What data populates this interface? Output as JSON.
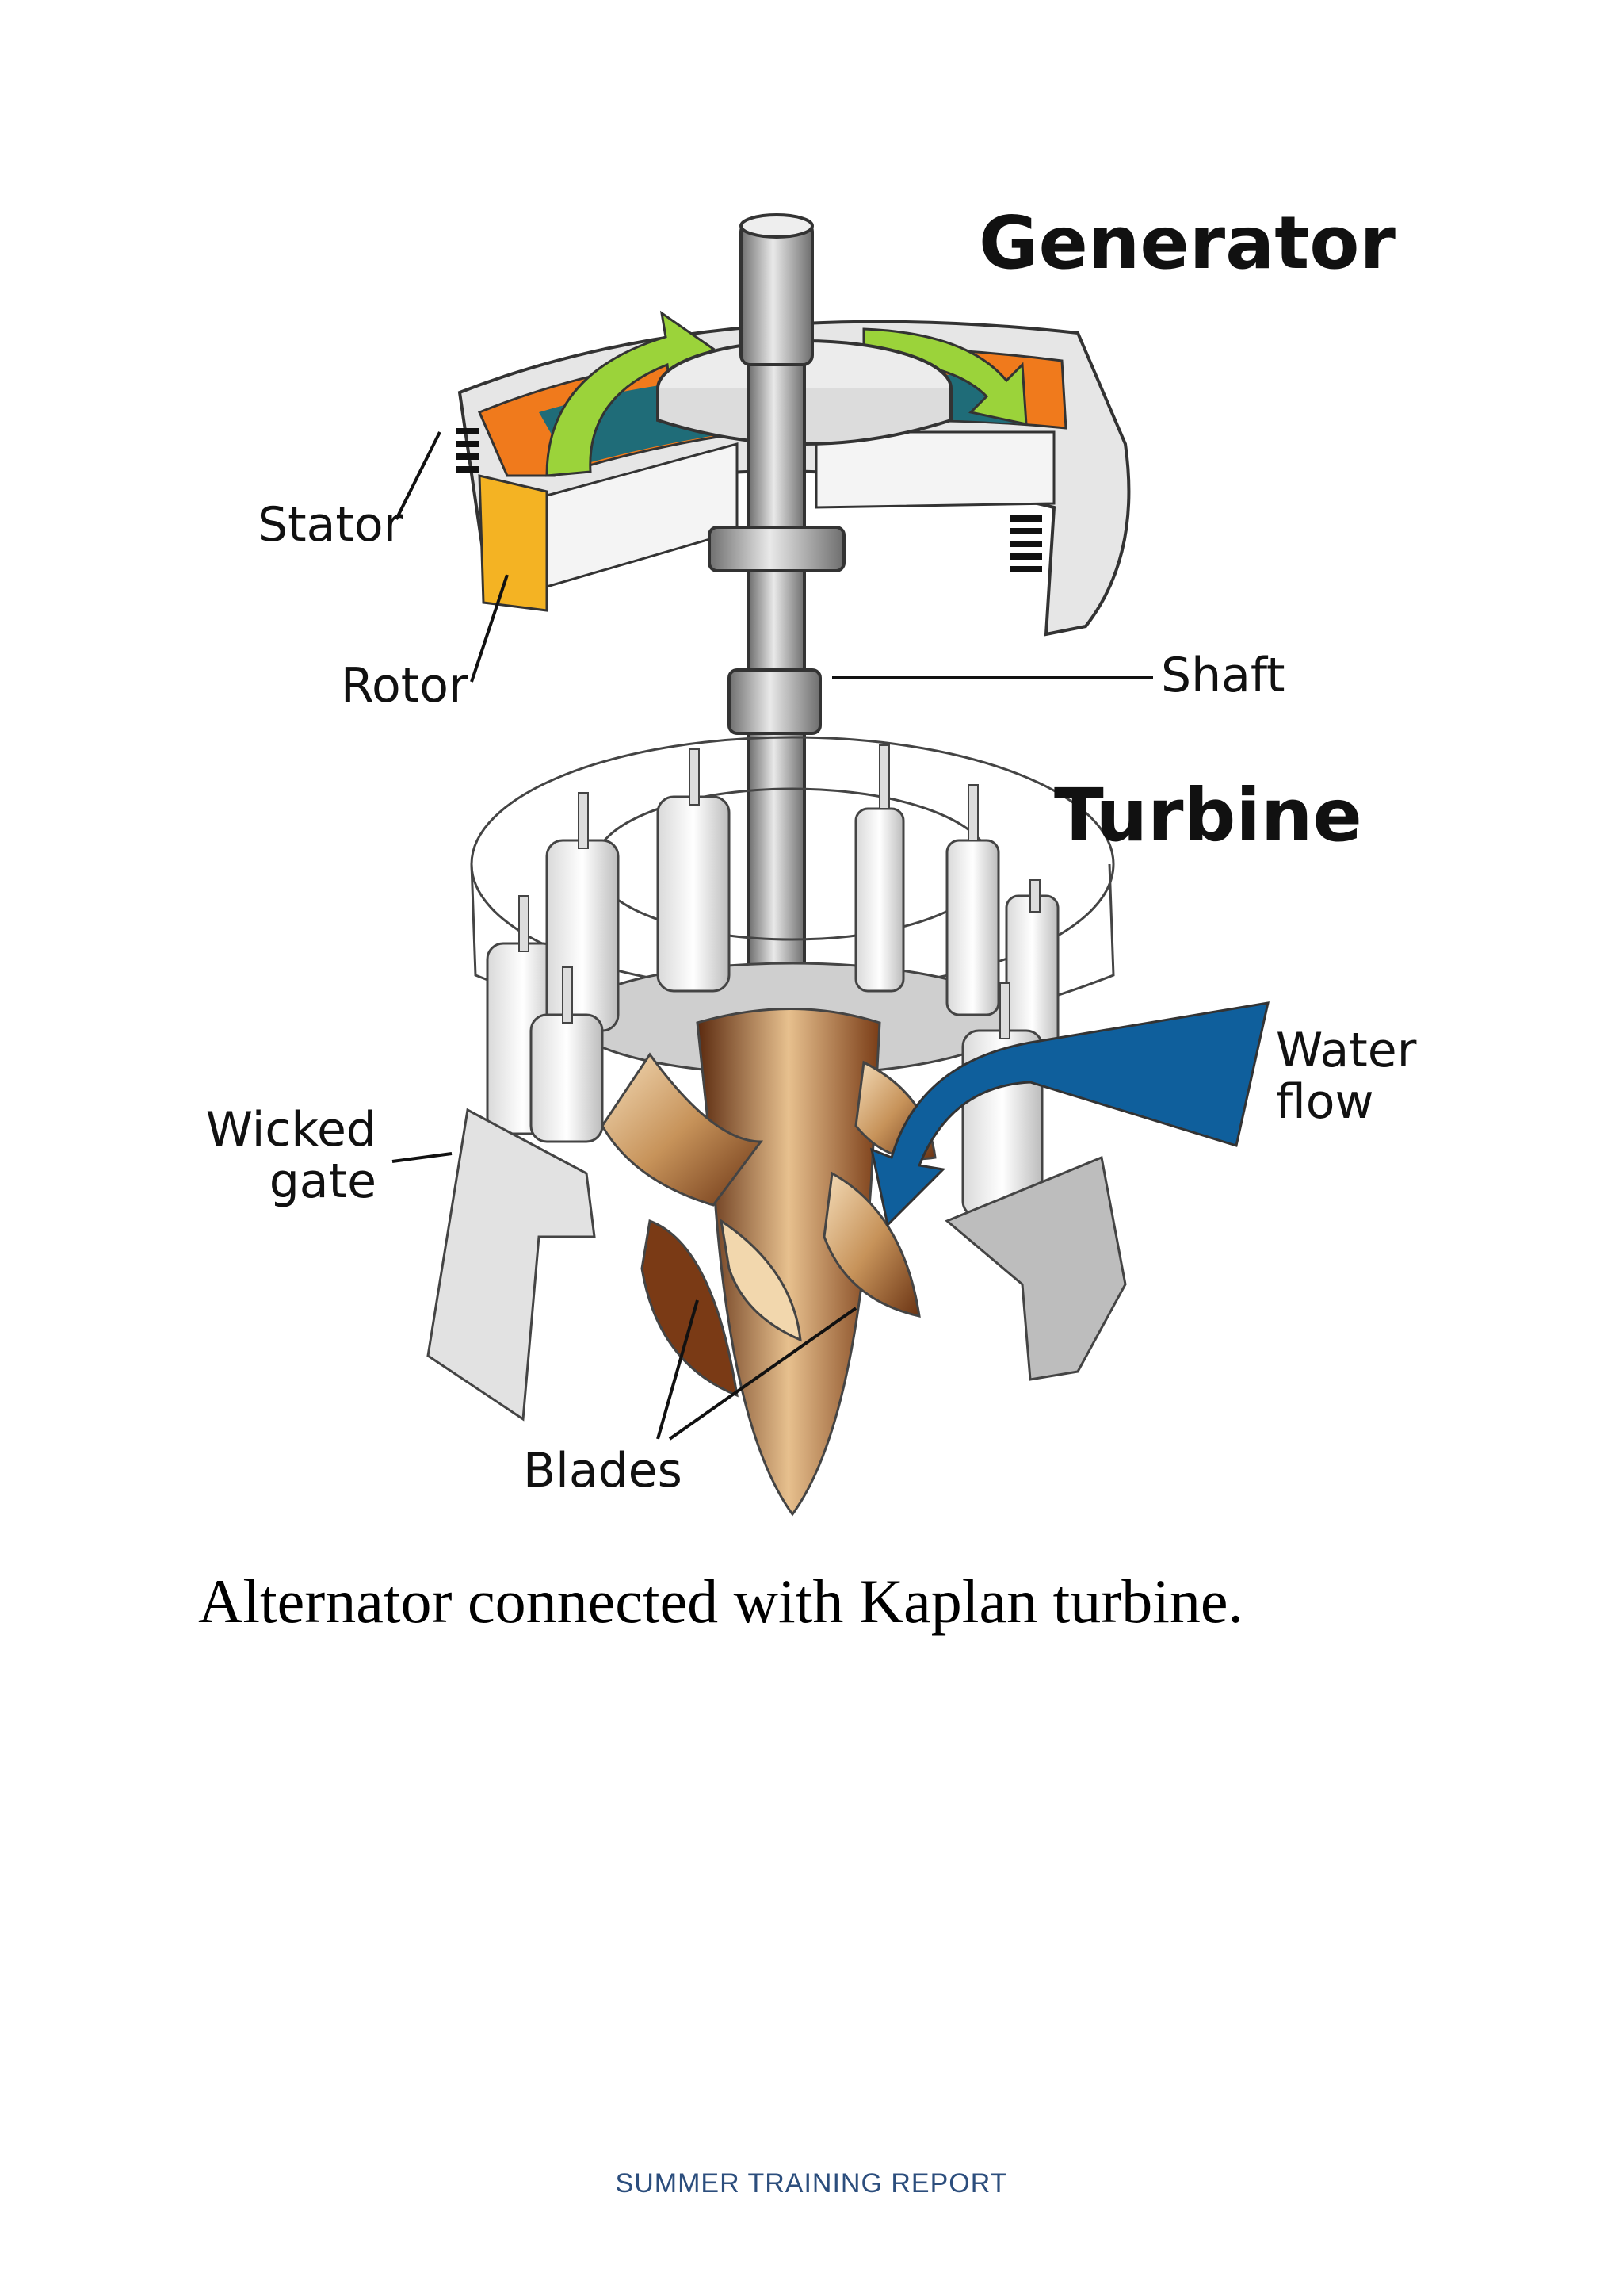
{
  "figure": {
    "labels": {
      "generator": "Generator",
      "turbine": "Turbine",
      "stator": "Stator",
      "rotor": "Rotor",
      "shaft": "Shaft",
      "water_line1": "Water",
      "water_line2": "flow",
      "wicked_line1": "Wicked",
      "wicked_line2": "gate",
      "blades": "Blades"
    },
    "colors": {
      "rotor_orange": "#f07a1c",
      "rotor_teal": "#1f6c78",
      "arrow_green": "#9bd33a",
      "water_blue": "#0f5f9c",
      "blade_bronze": "#b0804a",
      "metal_gray": "#bdbdbd"
    }
  },
  "caption": "Alternator connected with Kaplan turbine.",
  "footer": "SUMMER TRAINING REPORT"
}
